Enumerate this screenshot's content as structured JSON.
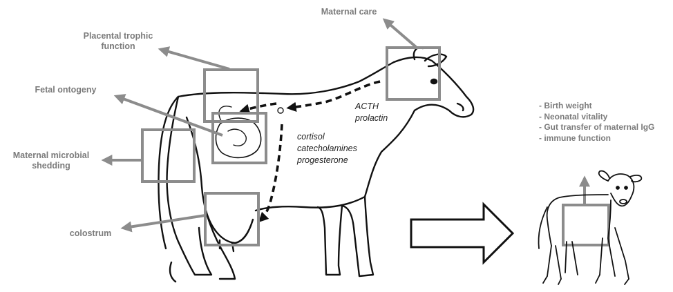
{
  "labels": {
    "maternal_care": "Maternal care",
    "placental_1": "Placental trophic",
    "placental_2": "function",
    "fetal_ontogeny": "Fetal ontogeny",
    "microbial_1": "Maternal microbial",
    "microbial_2": "shedding",
    "colostrum": "colostrum"
  },
  "hormones": {
    "acth": "ACTH",
    "prolactin": "prolactin",
    "cortisol": "cortisol",
    "catecholamines": "catecholamines",
    "progesterone": "progesterone"
  },
  "outcomes": [
    "- Birth weight",
    "- Neonatal vitality",
    "- Gut transfer of maternal IgG",
    "- immune function"
  ],
  "colors": {
    "box_gray": "#8c8c8c",
    "arrow_gray": "#8c8c8c",
    "label_gray": "#7b7b7b",
    "outline_black": "#111111"
  }
}
